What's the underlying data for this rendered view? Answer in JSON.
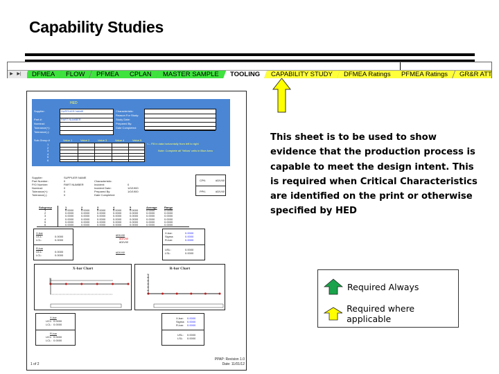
{
  "title": "Capability Studies",
  "tabs": [
    {
      "label": "DFMEA",
      "color": "#3ee33e"
    },
    {
      "label": "FLOW",
      "color": "#3ee33e"
    },
    {
      "label": "PFMEA",
      "color": "#3ee33e"
    },
    {
      "label": "CPLAN",
      "color": "#3ee33e"
    },
    {
      "label": "MASTER SAMPLE",
      "color": "#3ee33e"
    },
    {
      "label": "TOOLING",
      "color": "#ffffff",
      "active": true
    },
    {
      "label": "CAPABILITY STUDY",
      "color": "#ffff3a"
    },
    {
      "label": "DFMEA Ratings",
      "color": "#ffff3a"
    },
    {
      "label": "PFMEA Ratings",
      "color": "#ffff3a"
    },
    {
      "label": "GR&R ATT(Analytic",
      "color": "#ffff3a"
    }
  ],
  "pointer_arrow": {
    "icon": "up-arrow-icon",
    "color": "#ffff00"
  },
  "document": {
    "header": "HED",
    "form_labels_left": [
      "Supplier:",
      "",
      "Part #:",
      "Nominal:",
      "Tolerance(+):",
      "Tolerance(-):"
    ],
    "form_values_left": [
      "SUPPLIER NAME",
      "",
      "PART NUMBER",
      "",
      "",
      ""
    ],
    "form_labels_right": [
      "Characteristic:",
      "Reason For Study:",
      "Study Date:",
      "Prepared By:",
      "Date Completed:"
    ],
    "subgroup_label": "Sub-Group #",
    "value_headers": [
      "Value 1",
      "Value 2",
      "Value 3",
      "Value 4",
      "Value 5"
    ],
    "subgroup_numbers": [
      "1",
      "2",
      "3",
      "4",
      "5",
      "6"
    ],
    "note1": "<-- Fill in data horizontally from left to right",
    "note2": "Note: Complete all 'Yellow' cells in Blue Area",
    "summary_left_labels": [
      "Supplier:",
      "Part Number:",
      "P/O Number:",
      "Nominal:",
      "Tolerance(+):",
      "Tolerance(-):"
    ],
    "summary_left_values": [
      "SUPPLIER NAME",
      "0",
      "PART NUMBER",
      "0",
      "0",
      "0"
    ],
    "summary_right_labels": [
      "Characteristic:",
      "Incident:",
      "Incident Date:",
      "Prepared By:",
      "Date Completed:"
    ],
    "summary_right_values": [
      "",
      "0",
      "1/0/1900",
      "1/0/1900",
      ""
    ],
    "cpk_label": "CPK:",
    "cpk_value": "#DIV/0!",
    "ppk_label": "PPK:",
    "ppk_value": "#DIV/0!",
    "table_headers": [
      "Subgroup",
      "1",
      "2",
      "3",
      "4",
      "5",
      "Average",
      "Range"
    ],
    "table_rows": [
      [
        "1",
        "0.0000",
        "0.0000",
        "0.0000",
        "0.0000",
        "0.0000",
        "0.0000",
        "0.0000"
      ],
      [
        "2",
        "0.0000",
        "0.0000",
        "0.0000",
        "0.0000",
        "0.0000",
        "0.0000",
        "0.0000"
      ],
      [
        "3",
        "0.0000",
        "0.0000",
        "0.0000",
        "0.0000",
        "0.0000",
        "0.0000",
        "0.0000"
      ],
      [
        "4",
        "0.0000",
        "0.0000",
        "0.0000",
        "0.0000",
        "0.0000",
        "0.0000",
        "0.0000"
      ],
      [
        "5",
        "0.0000",
        "0.0000",
        "0.0000",
        "0.0000",
        "0.0000",
        "0.0000",
        "0.0000"
      ],
      [
        "6",
        "0.0000",
        "0.0000",
        "0.0000",
        "0.0000",
        "0.0000",
        "0.0000",
        "0.0000"
      ]
    ],
    "xbar_box": {
      "title": "X-bar",
      "ucl": "UCL:",
      "lcl": "LCL:",
      "ucl_v": "0.0000",
      "lcl_v": "0.0000"
    },
    "rbar_box": {
      "title": "R-bar",
      "ucl": "UCL:",
      "lcl": "LCL:",
      "ucl_v": "0.0000",
      "lcl_v": "0.0000"
    },
    "center_err": [
      "#DIV/0!",
      "#DIV/0!",
      "#DIV/0!",
      "#DIV/0!"
    ],
    "stats_right": {
      "xbar": "X-bar:",
      "sigma": "Sigma:",
      "rbar": "R-bar:",
      "xbar_v": "0.0000",
      "sigma_v": "0.0000",
      "rbar_v": "0.0000",
      "usl": "USL:",
      "lsl": "LSL:",
      "usl_v": "0.0000",
      "lsl_v": "0.0000"
    },
    "xbar_chart": {
      "title": "X-bar Chart",
      "values": [
        0,
        0,
        0,
        0,
        0,
        0
      ]
    },
    "rbar_chart": {
      "title": "R-bar Chart",
      "values": [
        0,
        0,
        0,
        0,
        0,
        0
      ]
    },
    "page": "1 of 2",
    "revision": "PPAP: Revision 1.0",
    "date": "Date: 11/01/12"
  },
  "description": [
    "This sheet is to be used to show",
    "evidence that the production process is",
    "capable to meet the design intent. This",
    "is required when Critical Characteristics",
    "are identified on the print or otherwise",
    "specified by HED"
  ],
  "legend": [
    {
      "icon": "green-up-arrow-icon",
      "color": "#1aa34a",
      "label": "Required Always"
    },
    {
      "icon": "yellow-up-arrow-icon",
      "color": "#ffff00",
      "label": "Required where applicable"
    }
  ]
}
